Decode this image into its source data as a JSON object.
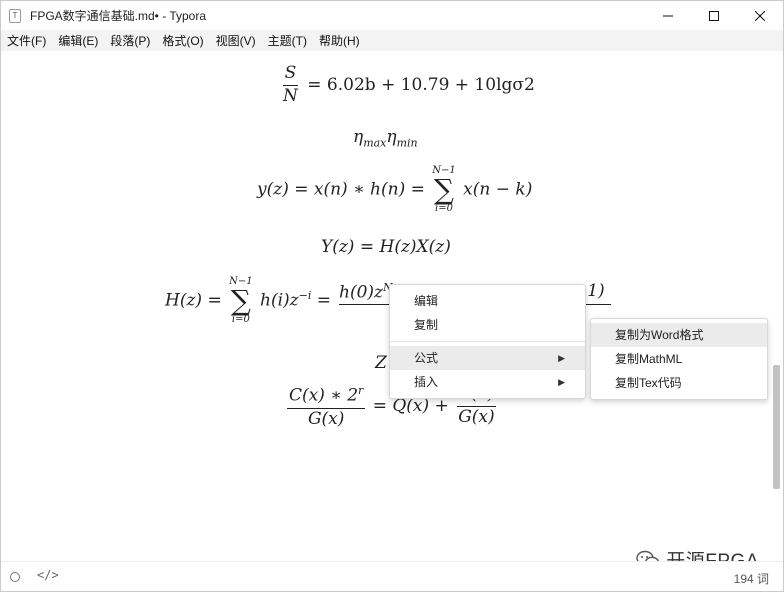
{
  "window": {
    "title": "FPGA数字通信基础.md• - Typora",
    "app_icon_glyph": "T"
  },
  "menubar": {
    "items": [
      "文件(F)",
      "编辑(E)",
      "段落(P)",
      "格式(O)",
      "视图(V)",
      "主题(T)",
      "帮助(H)"
    ]
  },
  "editor": {
    "eq1": {
      "num": "S",
      "den": "N",
      "rhs": "= 6.02b + 10.79 + 10lgσ2"
    },
    "eq2": {
      "eta": "η",
      "sub_max": "max",
      "sub_min": "min"
    },
    "eq3": {
      "lhs": "y(z) = x(n) ∗ h(n) =",
      "sum_top": "N−1",
      "sum_bottom": "i=0",
      "sigma": "∑",
      "rhs": "x(n − k)"
    },
    "eq4": {
      "text": "Y(z) = H(z)X(z)"
    },
    "eq5": {
      "lhs": "H(z) =",
      "sum_top": "N−1",
      "sum_bottom": "i=0",
      "sigma": "∑",
      "body": "h(i)z",
      "exp": "−i",
      "equals": "=",
      "frac_num_visible": "h(0)z",
      "frac_num_exp": "N",
      "frac_num_tail": "−1)"
    },
    "eq6": {
      "partial": "Z"
    },
    "eq7": {
      "num1": "C(x) ∗ 2",
      "num1_exp": "r",
      "den1": "G(x)",
      "mid": "= Q(x) +",
      "num2": "R(x)",
      "den2": "G(x)"
    }
  },
  "context_menu": {
    "items": [
      {
        "label": "编辑"
      },
      {
        "label": "复制"
      },
      {
        "label": "公式",
        "has_submenu": true
      },
      {
        "label": "插入",
        "has_submenu": true
      }
    ],
    "arrow": "▶"
  },
  "submenu": {
    "items": [
      "复制为Word格式",
      "复制MathML",
      "复制Tex代码"
    ]
  },
  "statusbar": {
    "source_toggle": "</>",
    "word_count": "194 词"
  },
  "watermark": {
    "text": "开源FPGA"
  }
}
